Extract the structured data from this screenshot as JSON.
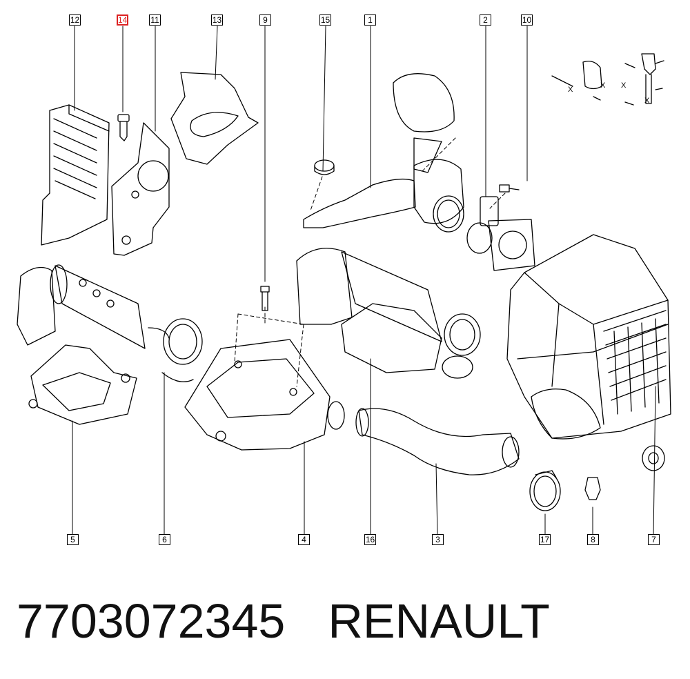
{
  "callouts": [
    "12",
    "14",
    "11",
    "13",
    "9",
    "15",
    "1",
    "2",
    "10",
    "5",
    "6",
    "4",
    "16",
    "3",
    "17",
    "8",
    "7"
  ],
  "x_marks": [
    "X",
    "X",
    "X",
    "X"
  ],
  "part_number": "7703072345",
  "brand": "RENAULT",
  "colors": {
    "highlight": "#d22222",
    "line": "#000000"
  }
}
